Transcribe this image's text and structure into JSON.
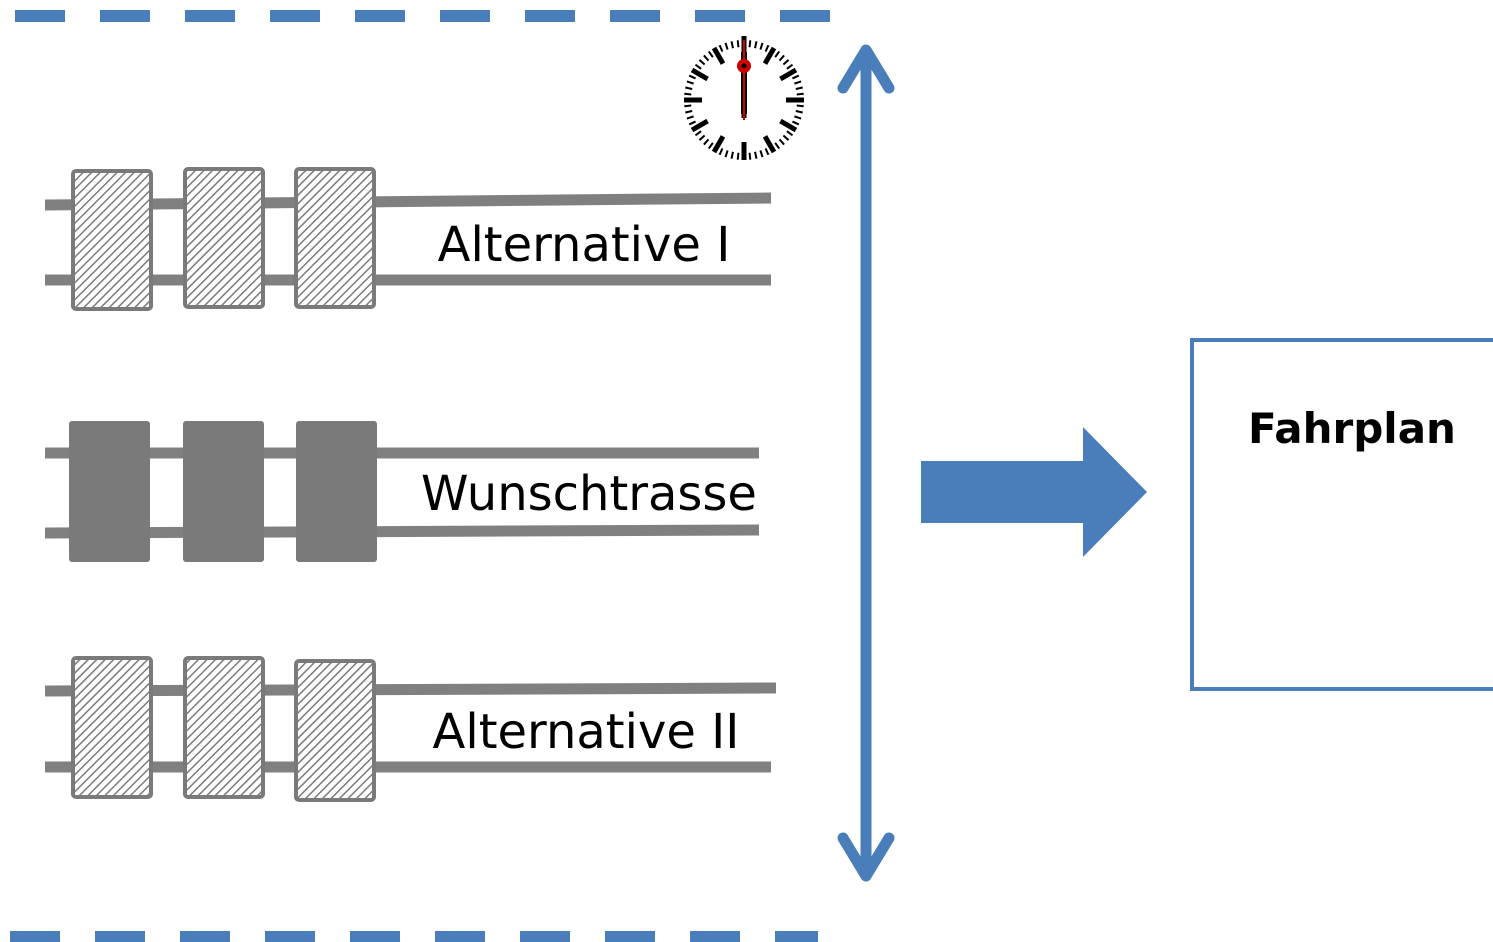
{
  "colors": {
    "accent_blue": "#4a7ebb",
    "rail_gray": "#808080",
    "sleeper_gray": "#7a7a7a",
    "text": "#000000",
    "clock_hand_red": "#cc0000"
  },
  "icons": {
    "clock": "station-clock-icon",
    "time_axis": "double-headed-arrow-icon",
    "flow_arrow": "right-arrow-icon"
  },
  "tracks": [
    {
      "id": "alternative-1",
      "label": "Alternative I",
      "style": "hatched"
    },
    {
      "id": "wunschtrasse",
      "label": "Wunschtrasse",
      "style": "solid"
    },
    {
      "id": "alternative-2",
      "label": "Alternative II",
      "style": "hatched"
    }
  ],
  "schedule_box": {
    "title": "Fahrplan"
  }
}
